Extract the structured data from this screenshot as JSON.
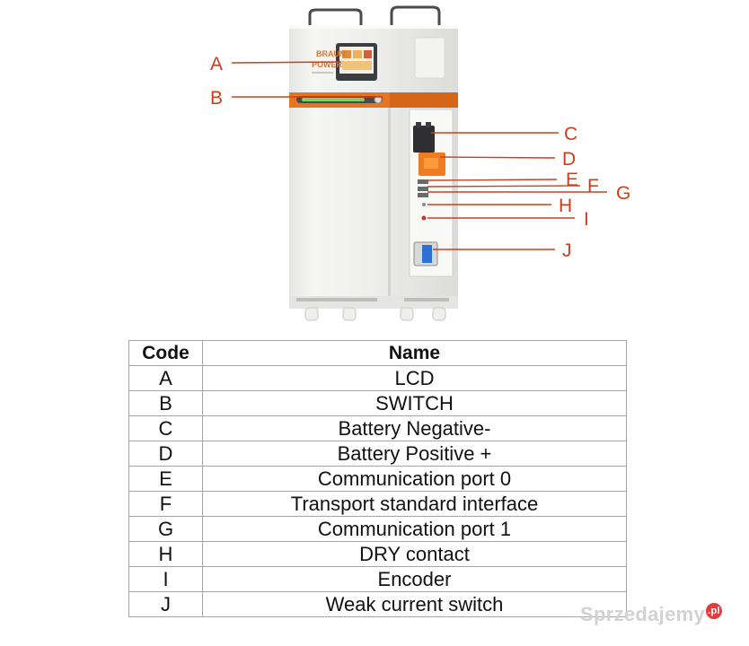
{
  "device": {
    "brand_line1": "BRAUN",
    "brand_line2": "POWER",
    "colors": {
      "body": "#f1f1f0",
      "accent_band": "#e8741f",
      "callout": "#c9401e",
      "table_border": "#c8a15e"
    }
  },
  "callouts": [
    {
      "code": "A"
    },
    {
      "code": "B"
    },
    {
      "code": "C"
    },
    {
      "code": "D"
    },
    {
      "code": "E"
    },
    {
      "code": "F"
    },
    {
      "code": "G"
    },
    {
      "code": "H"
    },
    {
      "code": "I"
    },
    {
      "code": "J"
    }
  ],
  "table": {
    "headers": {
      "code": "Code",
      "name": "Name"
    },
    "rows": [
      {
        "code": "A",
        "name": "LCD"
      },
      {
        "code": "B",
        "name": "SWITCH"
      },
      {
        "code": "C",
        "name": "Battery Negative-"
      },
      {
        "code": "D",
        "name": "Battery Positive +"
      },
      {
        "code": "E",
        "name": "Communication port 0"
      },
      {
        "code": "F",
        "name": "Transport standard interface"
      },
      {
        "code": "G",
        "name": "Communication port 1"
      },
      {
        "code": "H",
        "name": "DRY contact"
      },
      {
        "code": "I",
        "name": "Encoder"
      },
      {
        "code": "J",
        "name": "Weak current switch"
      }
    ]
  },
  "watermark": {
    "text": "Sprzedajemy",
    "badge": ".pl"
  }
}
